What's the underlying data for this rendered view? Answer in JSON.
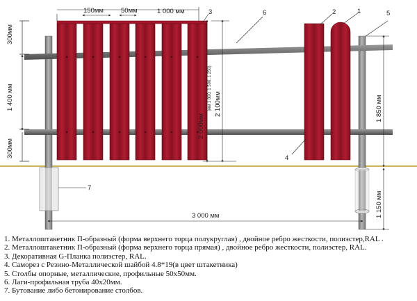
{
  "dimensions": {
    "top_gap": "300мм",
    "post_spacing": "1 400 мм",
    "bottom_gap": "300мм",
    "picket_width": "150мм",
    "picket_gap": "50мм",
    "picket_top_overhang": "1 000 мм",
    "picket_height": "2 000мм",
    "picket_height_options": "(мм 1 800, 1 500, 1 250)",
    "fence_height": "2 100мм",
    "post_above_ground": "1 850 мм",
    "post_below_ground": "1 150 мм",
    "span_width": "3 000 мм"
  },
  "callouts": [
    "1",
    "2",
    "3",
    "4",
    "5",
    "6",
    "7"
  ],
  "legend": [
    "1. Металлоштакетник П-образный (форма верхнего торца полукруглая) , двойное ребро жесткости, полиэстер,RAL .",
    "2. Металлоштакетник П-образный (форма верхнего торца прямая) , двойное ребро жесткости, полиэстер, RAL.",
    "3. Декоративная G-Планка полиэстер, RAL.",
    "4. Саморез с Резино-Металлической шайбой 4.8*19(в цвет штакетника)",
    "5. Столбы опорные, металлические, профильные 50х50мм.",
    "6. Лаги-профильная труба 40х20мм.",
    "7. Бутование либо бетонирование столбов."
  ],
  "colors": {
    "picket": "#a3172a",
    "picket_dark": "#6e0c18",
    "post": "#8e8e8e",
    "rail": "#6f6f6f",
    "ground": "#c9b25a",
    "concrete": "#e8e8e8"
  }
}
